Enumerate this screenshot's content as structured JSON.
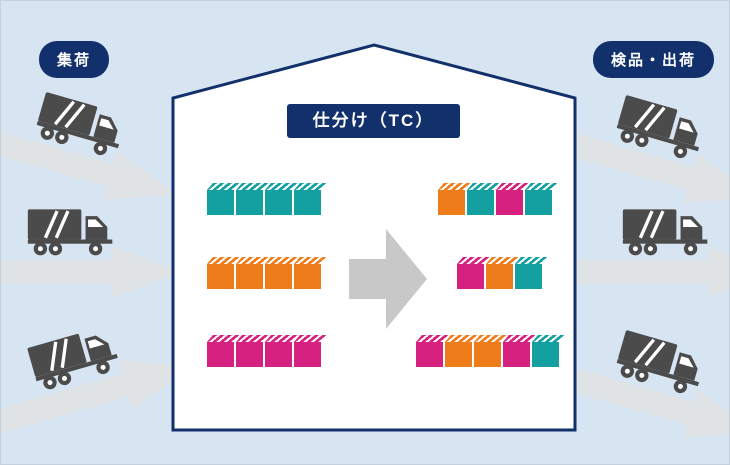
{
  "badges": {
    "pickup": "集荷",
    "inspection_shipping": "検品・出荷"
  },
  "house": {
    "label": "仕分け（TC）"
  },
  "colors": {
    "navy": "#12306b",
    "background": "#d7e5f2",
    "teal": "#14a0a0",
    "orange": "#ee7c1a",
    "magenta": "#d62180",
    "transfer_arrow": "#c8c8c8",
    "flow_arrow": "#e0e3e5",
    "truck_gray": "#4b4b4b"
  },
  "icons": {
    "truck": "truck-icon",
    "flow_arrow": "flow-arrow-icon",
    "transfer_arrow": "transfer-arrow-icon"
  },
  "flows": {
    "inbound_trucks": 3,
    "outbound_trucks": 3
  },
  "inbound_rows": [
    [
      "teal",
      "teal",
      "teal",
      "teal"
    ],
    [
      "orange",
      "orange",
      "orange",
      "orange"
    ],
    [
      "magenta",
      "magenta",
      "magenta",
      "magenta"
    ]
  ],
  "outbound_rows": [
    [
      "orange",
      "teal",
      "magenta",
      "teal"
    ],
    [
      "magenta",
      "orange",
      "teal"
    ],
    [
      "magenta",
      "orange",
      "orange",
      "magenta",
      "teal"
    ]
  ]
}
